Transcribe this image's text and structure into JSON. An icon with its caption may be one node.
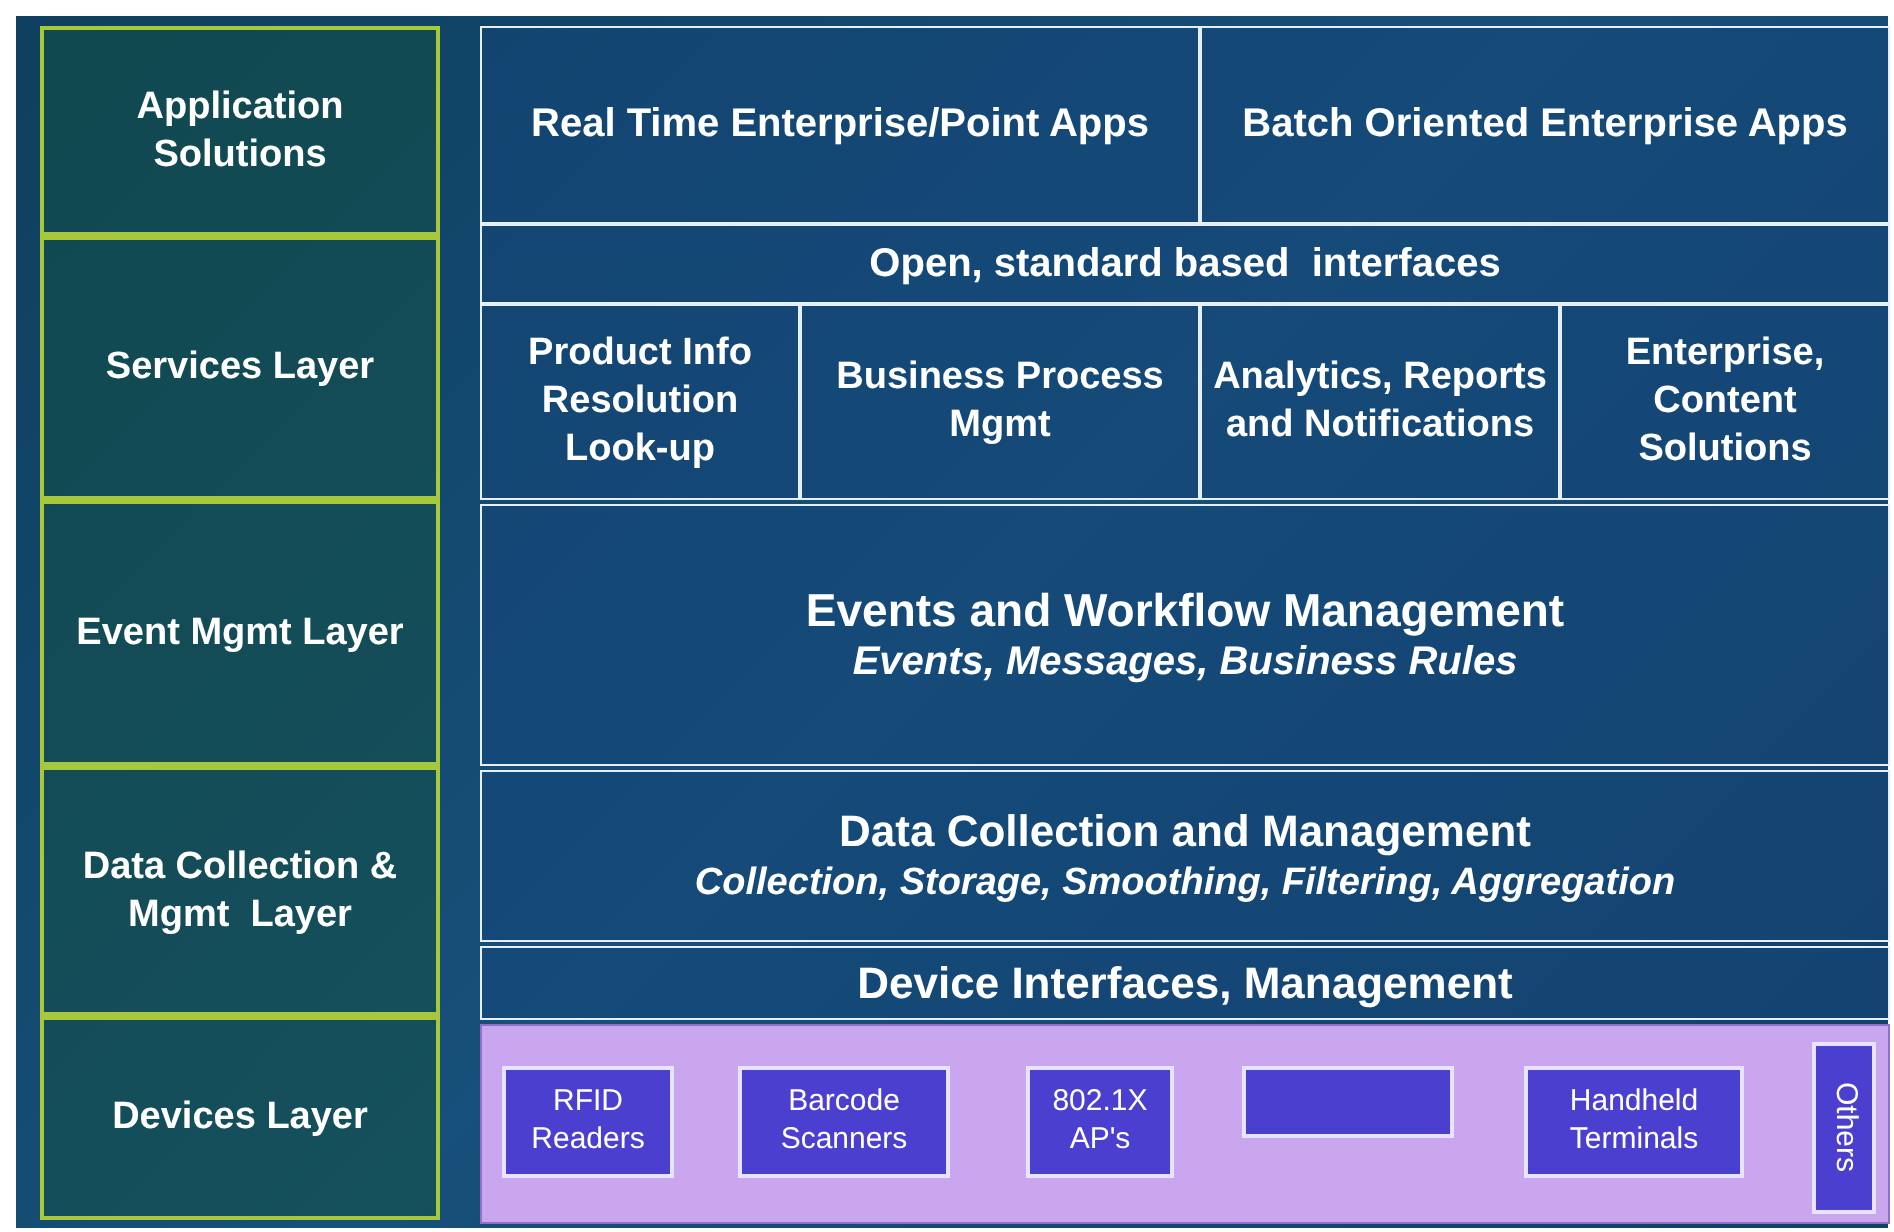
{
  "diagram": {
    "nodes": [
      {
        "text": [
          "Application Solutions"
        ]
      },
      {
        "text": [
          "Services Layer"
        ]
      },
      {
        "text": [
          "Event Mgmt Layer"
        ]
      },
      {
        "text": [
          "Data Collection & Mgmt  Layer"
        ]
      },
      {
        "text": [
          "Devices Layer"
        ]
      },
      {
        "text": [
          "Real Time Enterprise/Point Apps"
        ]
      },
      {
        "text": [
          "Batch Oriented Enterprise Apps"
        ]
      },
      {
        "text": [
          "Open, standard based  interfaces"
        ]
      },
      {
        "text": [
          "Product Info Resolution Look-up"
        ]
      },
      {
        "text": [
          "Business Process Mgmt"
        ]
      },
      {
        "text": [
          "Analytics, Reports and Notifications"
        ]
      },
      {
        "text": [
          "Enterprise, Content Solutions"
        ]
      },
      {
        "text": [
          "Events and Workflow Management",
          "Events, Messages, Business Rules"
        ]
      },
      {
        "text": [
          "Data Collection and Management",
          "Collection, Storage, Smoothing, Filtering, Aggregation"
        ]
      },
      {
        "text": [
          "Device Interfaces, Management"
        ]
      },
      {
        "text": [],
        "shape": "box"
      },
      {
        "text": [
          "RFID Readers"
        ],
        "in": 15
      },
      {
        "text": [
          "Barcode Scanners"
        ],
        "in": 15
      },
      {
        "text": [
          "802.1X AP's"
        ],
        "in": 15
      },
      {
        "text": [],
        "shape": "box",
        "in": 15
      },
      {
        "text": [
          "Handheld Terminals"
        ],
        "in": 15
      },
      {
        "text": [
          "Others"
        ],
        "in": 15
      }
    ],
    "edges": []
  }
}
